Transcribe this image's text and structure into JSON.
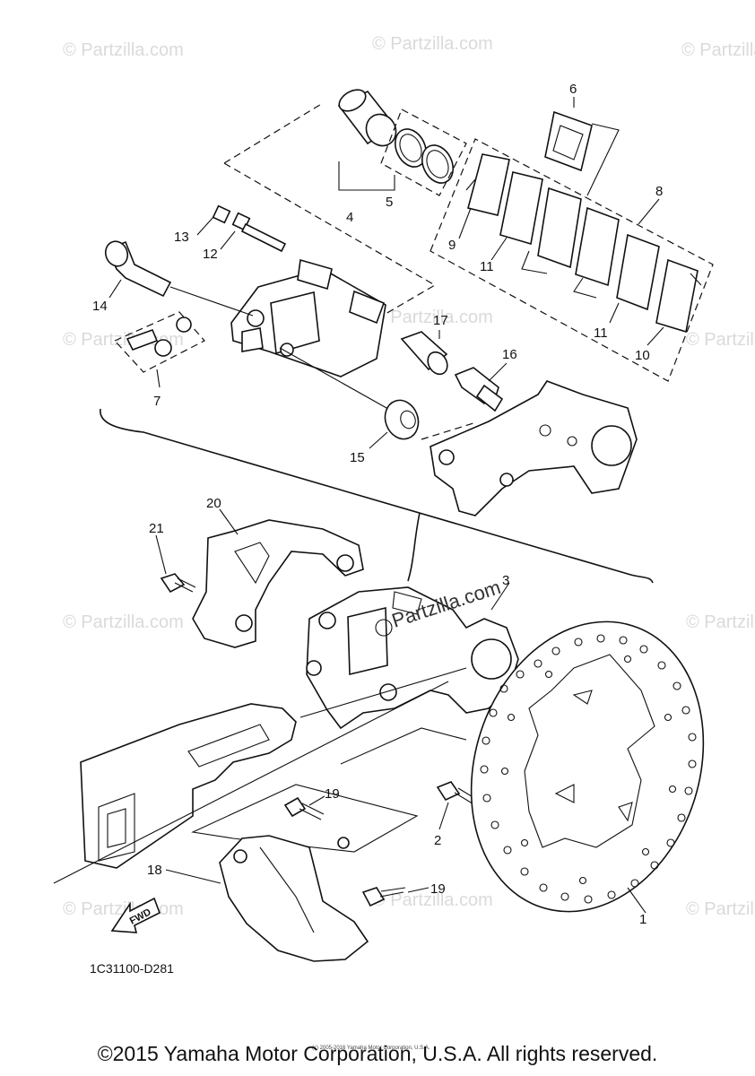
{
  "diagram": {
    "watermark": "© Partzilla.com",
    "center_watermark": "Partzilla.com",
    "diagram_code": "1C31100-D281",
    "fwd_label": "FWD",
    "small_print": "(c) 2005-2016 Yamaha Motor Corporation, U.S.A.",
    "copyright": "©2015 Yamaha Motor Corporation, U.S.A. All rights reserved.",
    "callouts": {
      "c1": "1",
      "c2": "2",
      "c3": "3",
      "c4": "4",
      "c5": "5",
      "c6": "6",
      "c7": "7",
      "c8": "8",
      "c9": "9",
      "c10": "10",
      "c11a": "11",
      "c11b": "11",
      "c12": "12",
      "c13": "13",
      "c14": "14",
      "c15": "15",
      "c16": "16",
      "c17": "17",
      "c18": "18",
      "c19a": "19",
      "c19b": "19",
      "c20": "20",
      "c21": "21"
    }
  }
}
